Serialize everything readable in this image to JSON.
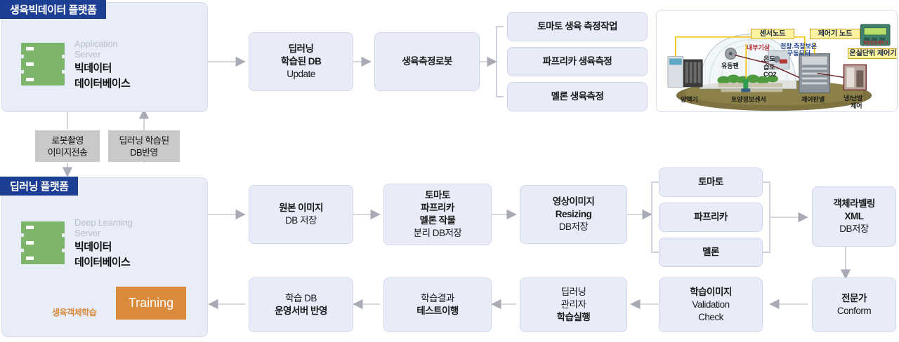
{
  "platforms": [
    {
      "id": "bigdata",
      "banner": "생육빅데이터 플랫폼",
      "server_sub_1": "Application",
      "server_sub_2": "Server",
      "server_main_1": "빅데이터",
      "server_main_2": "데이터베이스"
    },
    {
      "id": "deeplearning",
      "banner": "딥러닝 플랫폼",
      "server_sub_1": "Deep Learning",
      "server_sub_2": "Server",
      "server_main_1": "빅데이터",
      "server_main_2": "데이터베이스",
      "training_label": "Training",
      "loop_label": "생육객체학습"
    }
  ],
  "connector_labels": [
    {
      "line1": "로봇촬영",
      "line2": "이미지전송"
    },
    {
      "line1": "딥러닝 학습된",
      "line2": "DB반영"
    }
  ],
  "top_flow": [
    {
      "lines": [
        "딥러닝",
        "학습된 DB",
        "Update"
      ],
      "bold": [
        true,
        true,
        false
      ]
    },
    {
      "lines": [
        "생육측정로봇"
      ],
      "bold": [
        true
      ]
    }
  ],
  "top_branches": [
    {
      "label": "토마토 생육 측정작업"
    },
    {
      "label": "파프리카 생육측정"
    },
    {
      "label": "멜론 생육측정"
    }
  ],
  "bottom_flow_row1": [
    {
      "lines": [
        "원본 이미지",
        "DB 저장"
      ],
      "bold": [
        true,
        false
      ]
    },
    {
      "lines": [
        "토마토",
        "파프리카",
        "멜론 작물",
        "분리 DB저장"
      ],
      "bold": [
        true,
        true,
        true,
        false
      ]
    },
    {
      "lines": [
        "영상이미지",
        "Resizing",
        "DB저장"
      ],
      "bold": [
        true,
        true,
        false
      ]
    }
  ],
  "bottom_branches": [
    {
      "label": "토마토"
    },
    {
      "label": "파프리카"
    },
    {
      "label": "멜론"
    }
  ],
  "labeling_box": {
    "lines": [
      "객체라벨링",
      "XML",
      "DB저장"
    ],
    "bold": [
      true,
      true,
      false
    ]
  },
  "bottom_flow_row2": [
    {
      "lines": [
        "학습 DB",
        "운영서버 반영"
      ],
      "bold": [
        false,
        true
      ]
    },
    {
      "lines": [
        "학습결과",
        "테스트이행"
      ],
      "bold": [
        false,
        true
      ]
    },
    {
      "lines": [
        "딥러닝",
        "관리자",
        "학습실행"
      ],
      "bold": [
        false,
        false,
        true
      ]
    },
    {
      "lines": [
        "학습이미지",
        "Validation",
        "Check"
      ],
      "bold": [
        true,
        false,
        false
      ]
    },
    {
      "lines": [
        "전문가",
        "Conform"
      ],
      "bold": [
        true,
        false
      ]
    }
  ],
  "greenhouse": {
    "tags": [
      {
        "text": "센서노드"
      },
      {
        "text": "제어기 노드"
      },
      {
        "text": "온실단위 제어기"
      },
      {
        "text": "복합환경제어기"
      }
    ],
    "annotations": [
      {
        "text": "내부기상",
        "color": "red"
      },
      {
        "text": "온도",
        "color": "black"
      },
      {
        "text": "습도",
        "color": "black"
      },
      {
        "text": "CO2",
        "color": "black"
      },
      {
        "text": "천창.측창보온",
        "color": "blue"
      },
      {
        "text": "구동모터",
        "color": "blue"
      },
      {
        "text": "유동팬",
        "color": "black"
      },
      {
        "text": "양액기",
        "color": "black"
      },
      {
        "text": "토양정보센서",
        "color": "black"
      },
      {
        "text": "제어판넬",
        "color": "black"
      },
      {
        "text": "냉/난방",
        "color": "black"
      },
      {
        "text": "제어",
        "color": "black"
      }
    ]
  },
  "colors": {
    "banner": "#1c3f94",
    "box_fill": "#e8ecf8",
    "box_border": "#d2d8ea",
    "panel_fill": "#e9edf7",
    "gray_label": "#c9c9c9",
    "training": "#d98a3b",
    "server_green": "#7cb56b",
    "arrow": "#a8abb5",
    "loop_arrow": "#4e5a66"
  }
}
